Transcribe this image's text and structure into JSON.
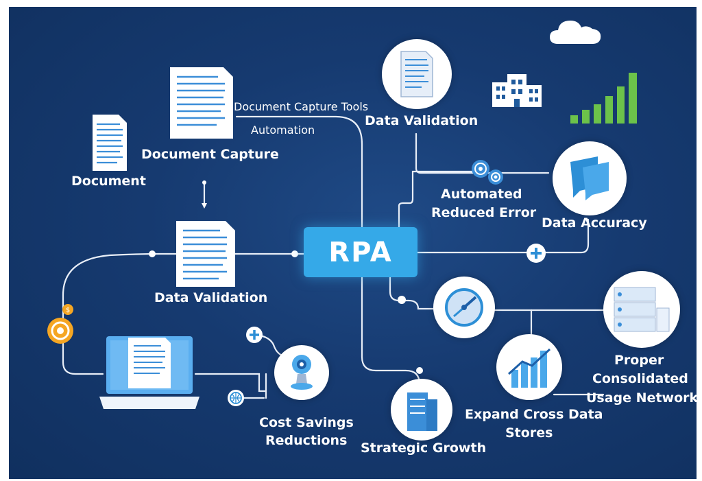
{
  "center": {
    "label": "RPA"
  },
  "labels": {
    "document": "Document",
    "document_capture": "Document Capture",
    "capture_tools": "Document Capture Tools",
    "automation": "Automation",
    "data_validation_top": "Data Validation",
    "data_validation_left": "Data Validation",
    "automated_reduced_error_1": "Automated",
    "automated_reduced_error_2": "Reduced Error",
    "data_accuracy": "Data Accuracy",
    "proper_1": "Proper",
    "proper_2": "Consolidated",
    "proper_3": "Usage Network",
    "expand_1": "Expand Cross Data",
    "expand_2": "Stores",
    "strategic_growth": "Strategic Growth",
    "cost_1": "Cost Savings",
    "cost_2": "Reductions"
  },
  "colors": {
    "background": "#163a70",
    "accent": "#35a9e8",
    "bars": "#6cc24a",
    "coin": "#f5a623",
    "wire": "#e8eef7"
  },
  "icons": {
    "cloud": "cloud-icon",
    "building": "building-icon",
    "bar_chart": "growth-bars-icon",
    "gears": "gears-icon",
    "chat": "chat-bubbles-icon",
    "gauge": "gauge-icon",
    "server": "server-icon",
    "analytics": "analytics-chart-icon",
    "printer": "printer-icon",
    "webcam": "webcam-icon",
    "laptop": "laptop-icon",
    "coin": "coin-icon",
    "globe": "globe-icon",
    "plus": "plus-icon"
  }
}
